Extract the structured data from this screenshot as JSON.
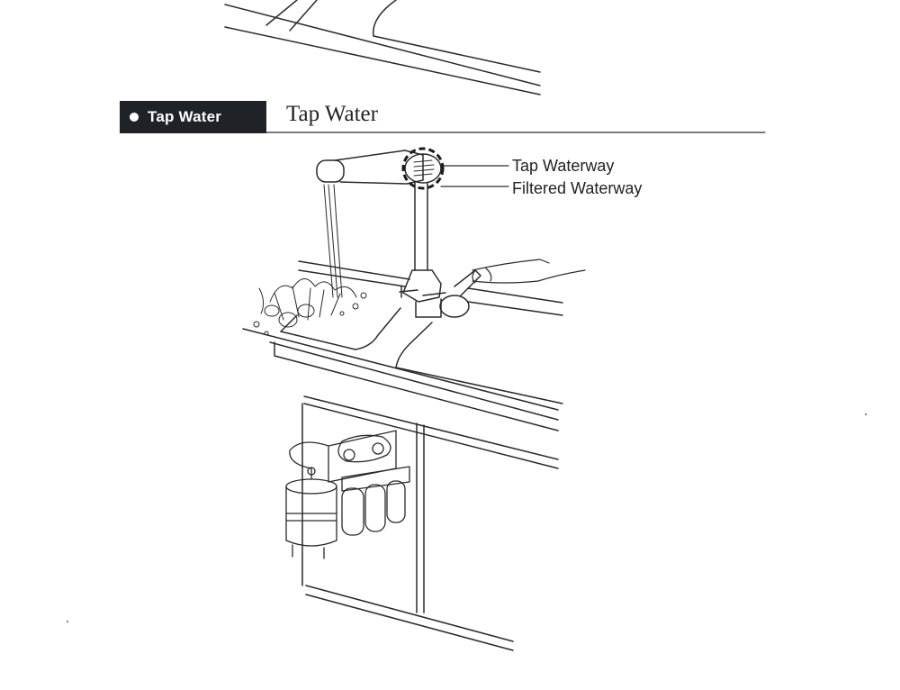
{
  "section": {
    "tag_label": "Tap Water",
    "title": "Tap Water"
  },
  "callouts": {
    "tap_waterway": "Tap Waterway",
    "filtered_waterway": "Filtered Waterway"
  }
}
